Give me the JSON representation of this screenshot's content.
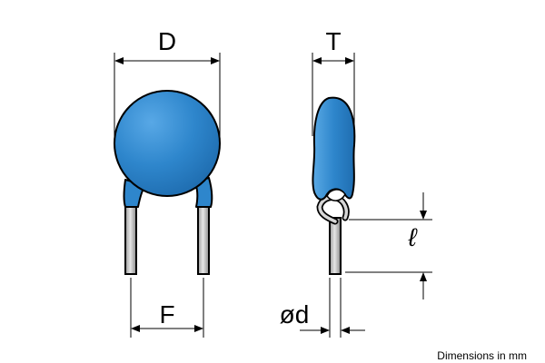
{
  "labels": {
    "diameter": "D",
    "thickness": "T",
    "lead_spacing": "F",
    "lead_diameter": "ød",
    "lead_length": "ℓ",
    "note": "Dimensions in mm"
  },
  "colors": {
    "body": "#2e86cc",
    "body_dark": "#1e5f99",
    "lead": "#c8c8c8",
    "line": "#000000"
  }
}
